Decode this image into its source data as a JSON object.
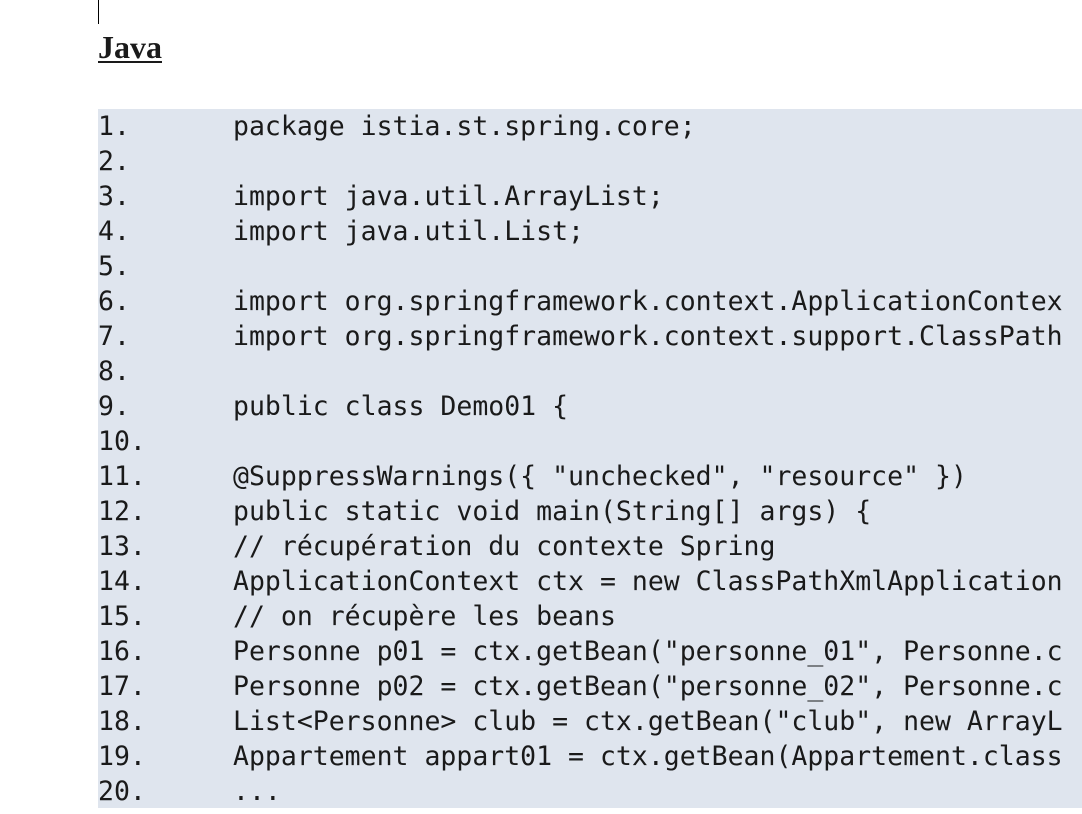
{
  "heading": "Java",
  "code": {
    "language": "Java",
    "lines": [
      {
        "num": "1.",
        "text": "package istia.st.spring.core;"
      },
      {
        "num": "2.",
        "text": ""
      },
      {
        "num": "3.",
        "text": "import java.util.ArrayList;"
      },
      {
        "num": "4.",
        "text": "import java.util.List;"
      },
      {
        "num": "5.",
        "text": ""
      },
      {
        "num": "6.",
        "text": "import org.springframework.context.ApplicationContex"
      },
      {
        "num": "7.",
        "text": "import org.springframework.context.support.ClassPath"
      },
      {
        "num": "8.",
        "text": ""
      },
      {
        "num": "9.",
        "text": "public class Demo01 {"
      },
      {
        "num": "10.",
        "text": ""
      },
      {
        "num": "11.",
        "text": "@SuppressWarnings({ \"unchecked\", \"resource\" })"
      },
      {
        "num": "12.",
        "text": "public static void main(String[] args) {"
      },
      {
        "num": "13.",
        "text": "// récupération du contexte Spring"
      },
      {
        "num": "14.",
        "text": "ApplicationContext ctx = new ClassPathXmlApplication"
      },
      {
        "num": "15.",
        "text": "// on récupère les beans"
      },
      {
        "num": "16.",
        "text": "Personne p01 = ctx.getBean(\"personne_01\", Personne.c"
      },
      {
        "num": "17.",
        "text": "Personne p02 = ctx.getBean(\"personne_02\", Personne.c"
      },
      {
        "num": "18.",
        "text": "List<Personne> club = ctx.getBean(\"club\", new ArrayL"
      },
      {
        "num": "19.",
        "text": "Appartement appart01 = ctx.getBean(Appartement.class"
      },
      {
        "num": "20.",
        "text": "..."
      }
    ]
  }
}
